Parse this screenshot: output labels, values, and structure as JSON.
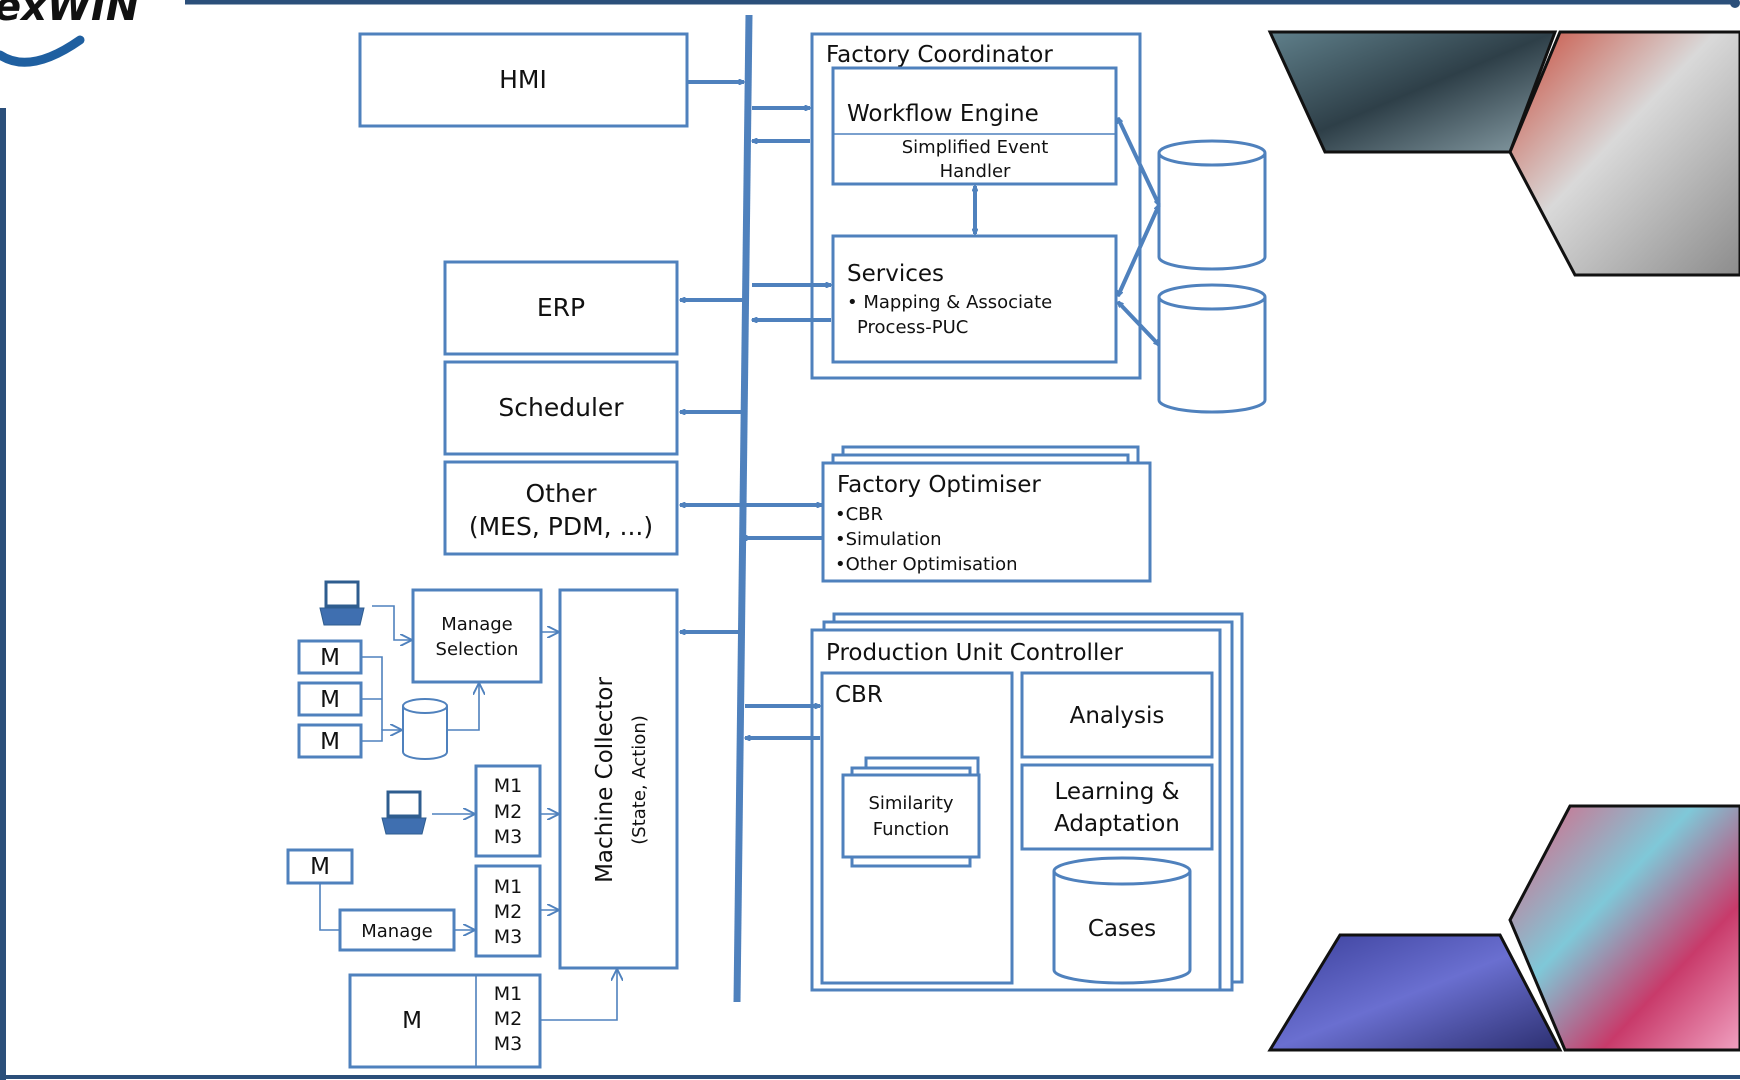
{
  "logo": {
    "text": "exWIN"
  },
  "colors": {
    "accent": "#4f81bd",
    "logo_green": "#5aa03c",
    "logo_blue": "#1f5fa0",
    "frame": "#2b4f7a"
  },
  "photos": [
    {
      "name": "factory-photo-1"
    },
    {
      "name": "factory-photo-2"
    },
    {
      "name": "fabric-photo"
    },
    {
      "name": "knitting-photo"
    }
  ],
  "hmi": {
    "label": "HMI"
  },
  "erp": {
    "label": "ERP"
  },
  "scheduler": {
    "label": "Scheduler"
  },
  "other": {
    "line1": "Other",
    "line2": "(MES, PDM, ...)"
  },
  "factory_coordinator": {
    "title": "Factory Coordinator",
    "workflow": {
      "title": "Workflow Engine",
      "sub1": "Simplified Event",
      "sub2": "Handler"
    },
    "services": {
      "title": "Services",
      "line1": "• Mapping & Associate",
      "line2": "Process-PUC"
    }
  },
  "factory_optimiser": {
    "title": "Factory Optimiser",
    "items": [
      "•CBR",
      "•Simulation",
      "•Other Optimisation"
    ]
  },
  "puc": {
    "title": "Production Unit Controller",
    "cbr": "CBR",
    "similarity": {
      "line1": "Similarity",
      "line2": "Function"
    },
    "analysis": "Analysis",
    "learning": {
      "line1": "Learning &",
      "line2": "Adaptation"
    },
    "cases": "Cases"
  },
  "machine_collector": {
    "title": "Machine Collector",
    "subtitle": "(State, Action)"
  },
  "manage_selection": {
    "line1": "Manage",
    "line2": "Selection"
  },
  "manage": {
    "label": "Manage"
  },
  "machine": {
    "label": "M"
  },
  "m_list": [
    "M1",
    "M2",
    "M3"
  ]
}
